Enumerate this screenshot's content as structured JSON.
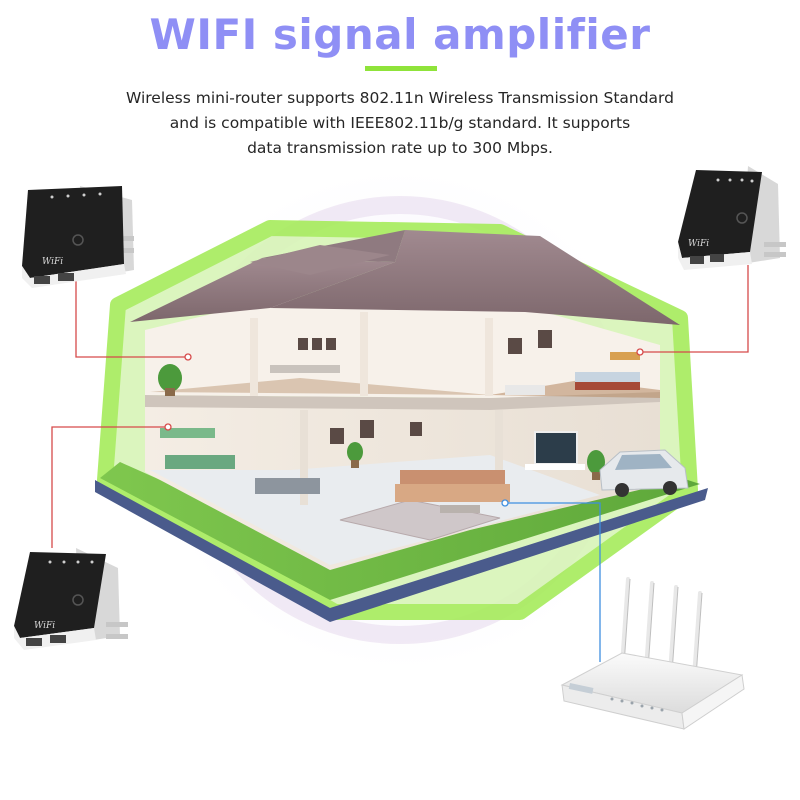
{
  "header": {
    "title": "WIFI signal amplifier",
    "description_lines": [
      "Wireless mini-router supports 802.11n Wireless Transmission Standard",
      "and is compatible with IEEE802.11b/g standard. It supports",
      "data transmission rate up to 300 Mbps."
    ]
  },
  "devices": {
    "repeater_logo": "WiFi"
  },
  "colors": {
    "title": "#8f8ff5",
    "underline": "#8fe33a",
    "house_outline": "#a6ec5c",
    "connector_line": "#d64a4a",
    "repeater_body": "#262626",
    "router_body": "#f3f3f3"
  }
}
